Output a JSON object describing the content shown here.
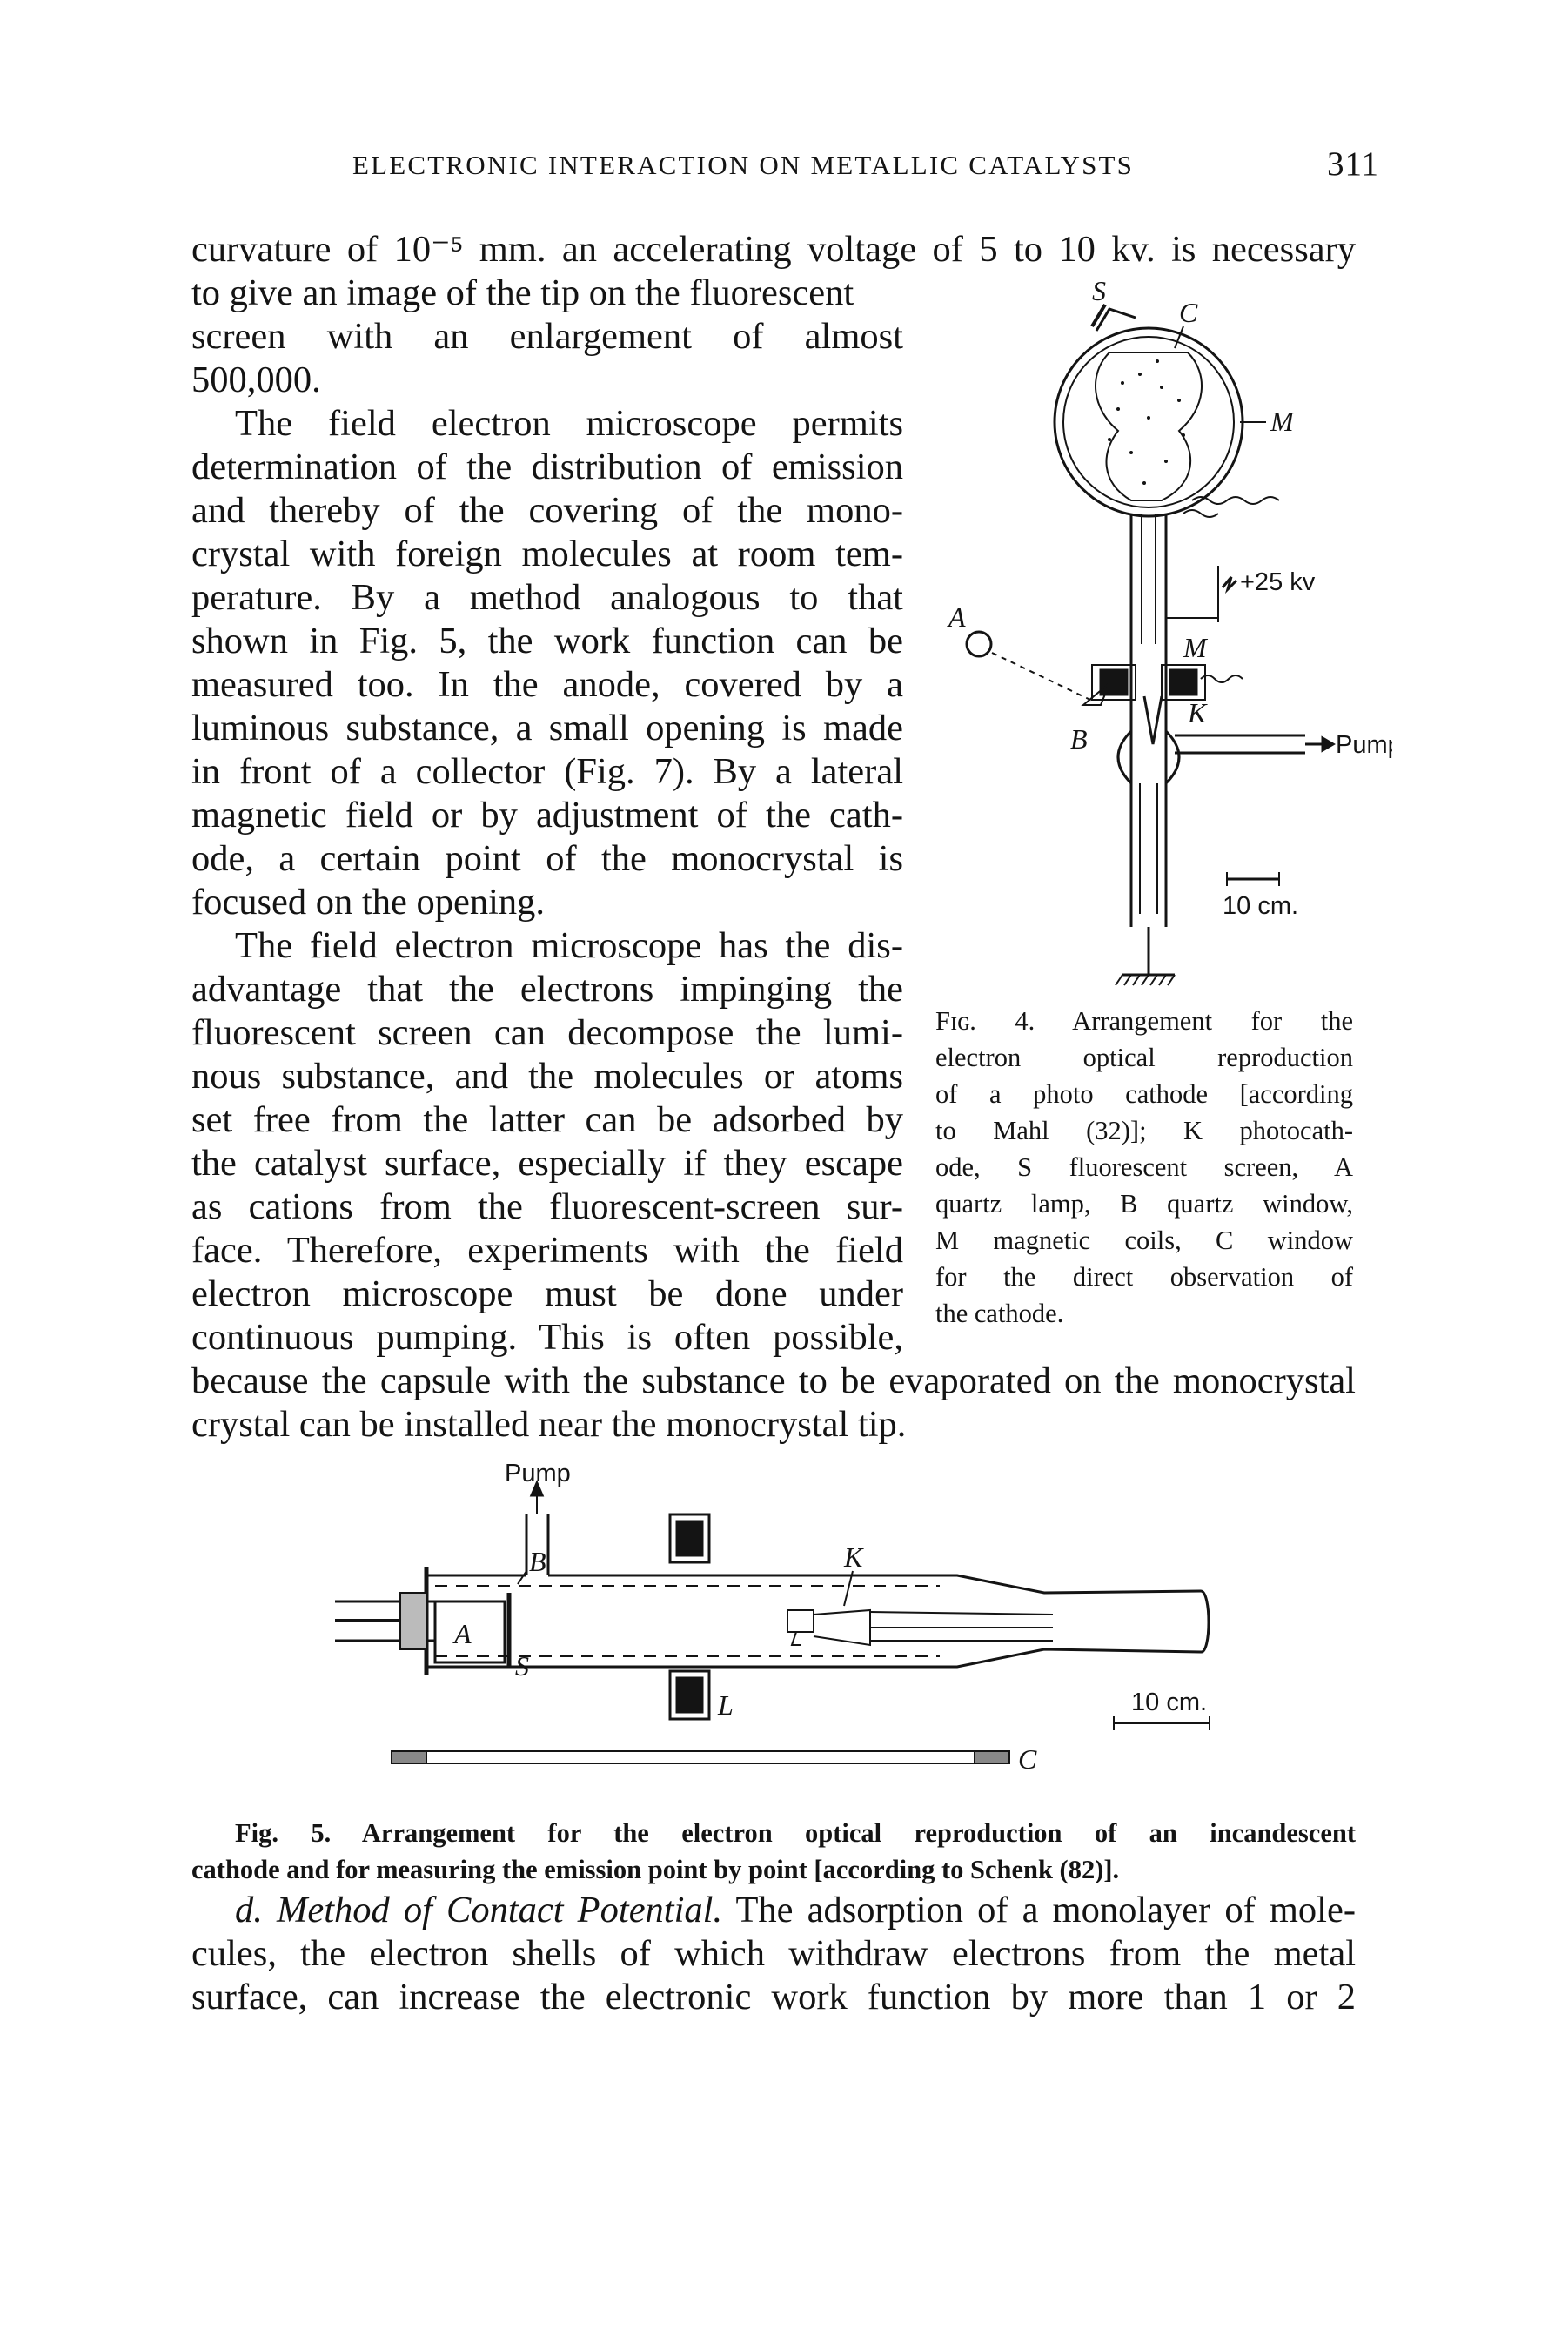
{
  "header": {
    "running_title": "ELECTRONIC INTERACTION ON METALLIC CATALYSTS",
    "page_number": "311"
  },
  "text": {
    "l01": "curvature of 10⁻⁵ mm. an accelerating voltage of 5 to 10 kv. is necessary",
    "l02": "to give an image of the tip on the fluorescent",
    "l03": "screen with an enlargement of almost",
    "l04": "500,000.",
    "l05": "The field electron microscope permits",
    "l06": "determination of the distribution of emission",
    "l07": "and thereby of the covering of the mono-",
    "l08": "crystal with foreign molecules at room tem-",
    "l09": "perature. By a method analogous to that",
    "l10": "shown in Fig. 5, the work function can be",
    "l11": "measured too. In the anode, covered by a",
    "l12": "luminous substance, a small opening is made",
    "l13": "in front of a collector (Fig. 7). By a lateral",
    "l14": "magnetic field or by adjustment of the cath-",
    "l15": "ode, a certain point of the monocrystal is",
    "l16": "focused on the opening.",
    "l17": "The field electron microscope has the dis-",
    "l18": "advantage that the electrons impinging the",
    "l19": "fluorescent screen can decompose the lumi-",
    "l20": "nous substance, and the molecules or atoms",
    "l21": "set free from the latter can be adsorbed by",
    "l22": "the catalyst surface, especially if they escape",
    "l23": "as cations from the fluorescent-screen sur-",
    "l24": "face. Therefore, experiments with the field",
    "l25": "electron microscope must be done under",
    "l26": "continuous pumping. This is often possible,",
    "l27": "because the capsule with the substance to be evaporated on the monocrystal",
    "l27b": "",
    "l28": "crystal can be installed near the monocrystal tip.",
    "p2_l1_head": "d. Method of Contact Potential.",
    "p2_l1_rest": " The adsorption of a monolayer of mole-",
    "p2_l2": "cules, the electron shells of which withdraw electrons from the metal",
    "p2_l3": "surface, can increase the electronic work function by more than 1 or 2"
  },
  "fig4": {
    "caption_lines": [
      "Fɪɢ. 4. Arrangement for the",
      "electron optical reproduction",
      "of a photo cathode [according",
      "to Mahl (32)]; K photocath-",
      "ode, S fluorescent screen, A",
      "quartz lamp, B quartz window,",
      "M magnetic coils, C window",
      "for the direct observation of",
      "the cathode."
    ],
    "labels": {
      "S": "S",
      "C": "C",
      "M1": "M",
      "voltage": "+25 kv",
      "A": "A",
      "M2": "M",
      "B": "B",
      "K": "K",
      "pump": "Pump",
      "scale": "10 cm."
    }
  },
  "fig5": {
    "caption_line1": "Fig. 5. Arrangement for the electron optical reproduction of an incandescent",
    "caption_line2": "cathode and for measuring the emission point by point [according to Schenk (82)].",
    "labels": {
      "pump": "Pump",
      "A": "A",
      "B": "B",
      "S": "S",
      "K": "K",
      "L": "L",
      "C": "C",
      "scale": "10 cm."
    }
  }
}
